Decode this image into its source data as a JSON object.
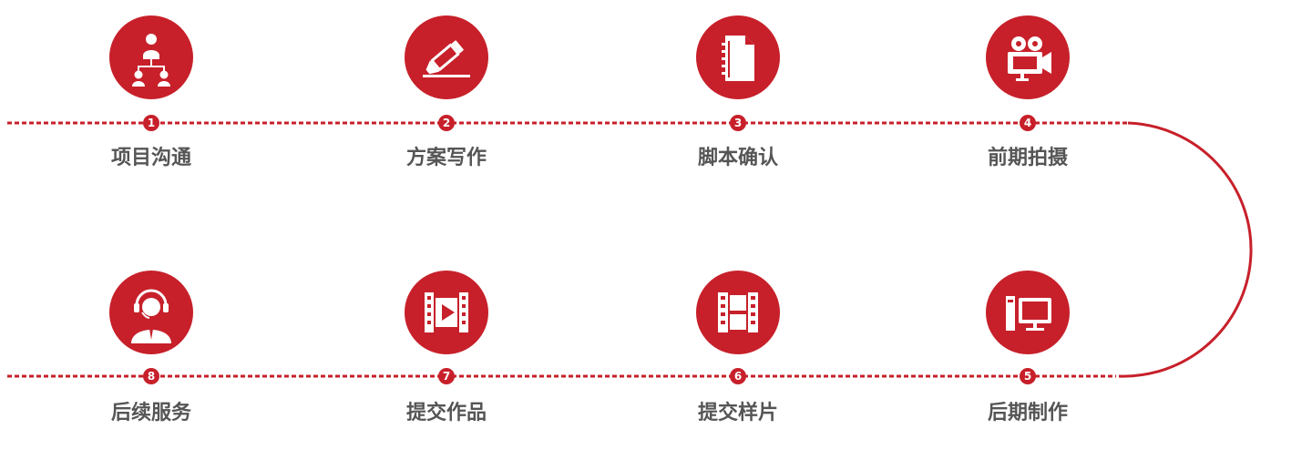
{
  "accent_color": "#c7202a",
  "text_color": "#555555",
  "steps": [
    {
      "number": "1",
      "label": "项目沟通",
      "icon": "meeting-icon"
    },
    {
      "number": "2",
      "label": "方案写作",
      "icon": "pen-icon"
    },
    {
      "number": "3",
      "label": "脚本确认",
      "icon": "document-icon"
    },
    {
      "number": "4",
      "label": "前期拍摄",
      "icon": "video-camera-icon"
    },
    {
      "number": "5",
      "label": "后期制作",
      "icon": "monitor-icon"
    },
    {
      "number": "6",
      "label": "提交样片",
      "icon": "film-strip-icon"
    },
    {
      "number": "7",
      "label": "提交作品",
      "icon": "video-play-icon"
    },
    {
      "number": "8",
      "label": "后续服务",
      "icon": "headset-icon"
    }
  ]
}
